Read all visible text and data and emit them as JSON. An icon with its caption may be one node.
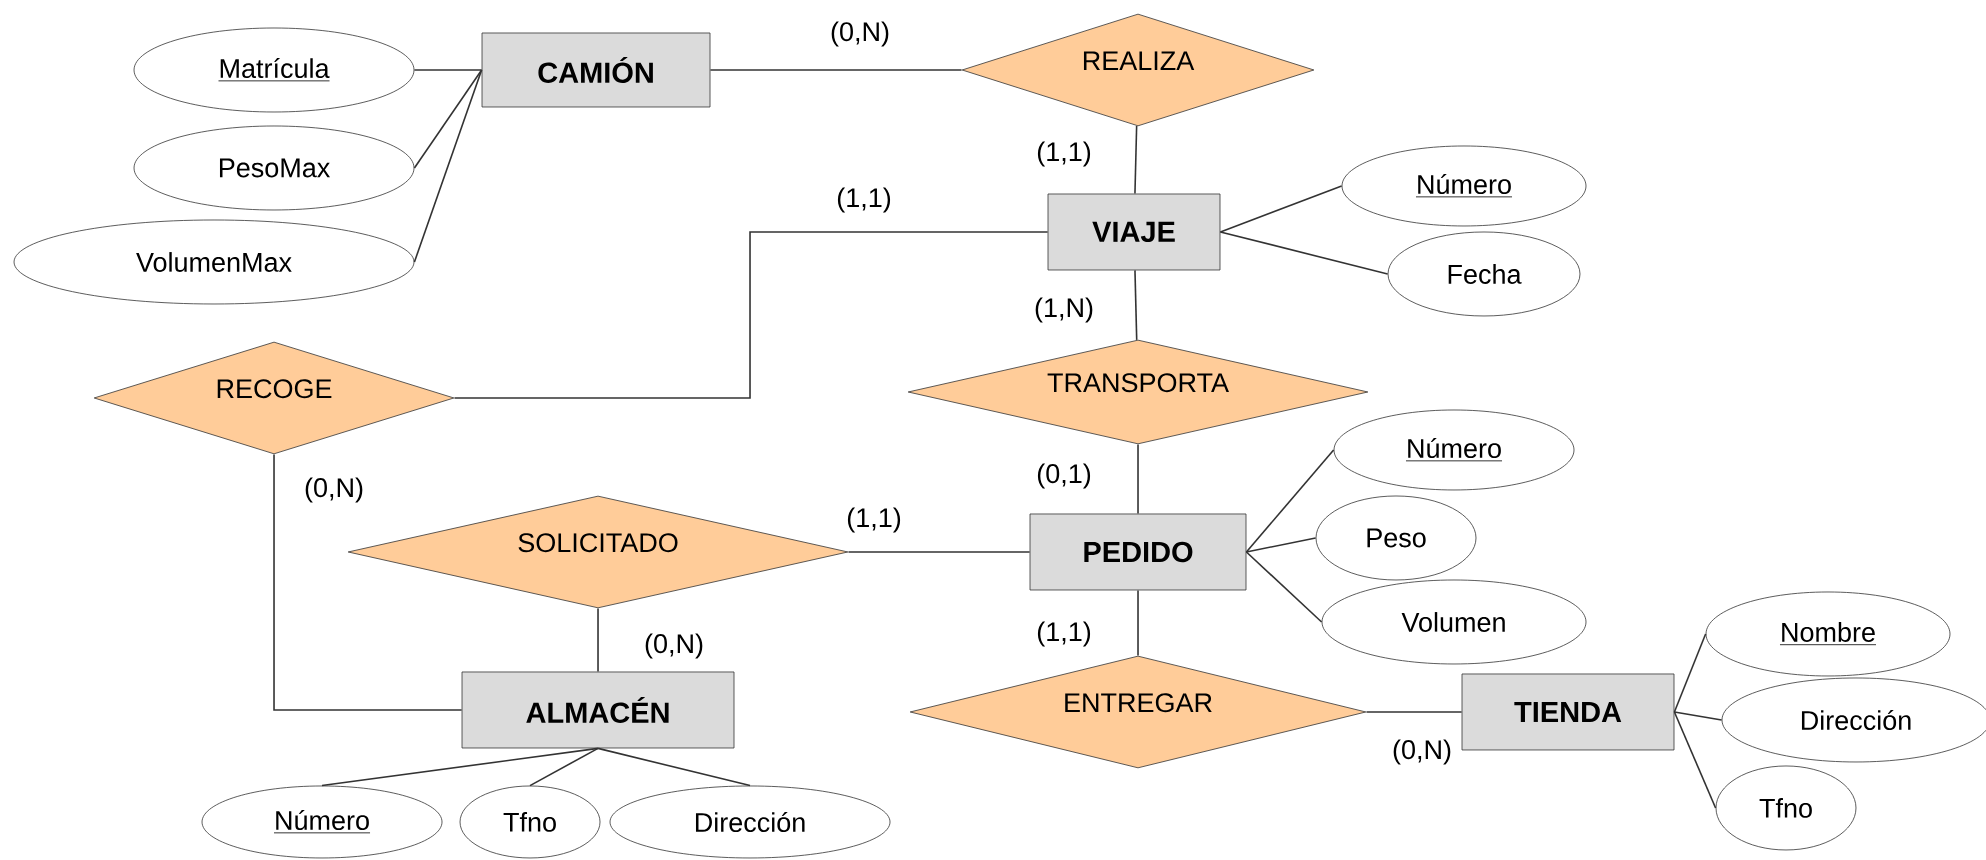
{
  "diagram": {
    "nodes": [
      {
        "text": [
          "CAMIÓN"
        ]
      },
      {
        "text": [
          "Matrícula"
        ]
      },
      {
        "text": [
          "PesoMax"
        ]
      },
      {
        "text": [
          "VolumenMax"
        ]
      },
      {
        "text": [
          "REALIZA"
        ]
      },
      {
        "text": [
          "VIAJE"
        ]
      },
      {
        "text": [
          "Número"
        ]
      },
      {
        "text": [
          "Fecha"
        ]
      },
      {
        "text": [
          "RECOGE"
        ]
      },
      {
        "text": [
          "TRANSPORTA"
        ]
      },
      {
        "text": [
          "Número"
        ]
      },
      {
        "text": [
          "Peso"
        ]
      },
      {
        "text": [
          "Volumen"
        ]
      },
      {
        "text": [
          "SOLICITADO"
        ]
      },
      {
        "text": [
          "PEDIDO"
        ]
      },
      {
        "text": [
          "ALMACÉN"
        ]
      },
      {
        "text": [
          "ENTREGAR"
        ]
      },
      {
        "text": [
          "TIENDA"
        ]
      },
      {
        "text": [
          "Nombre"
        ]
      },
      {
        "text": [
          "Dirección"
        ]
      },
      {
        "text": [
          "Tfno"
        ]
      },
      {
        "text": [
          "Número"
        ]
      },
      {
        "text": [
          "Tfno"
        ]
      },
      {
        "text": [
          "Dirección"
        ]
      }
    ],
    "edges": [
      {
        "from": 0,
        "to": 4,
        "arrow": "none",
        "label": "(0,N)"
      },
      {
        "from": 4,
        "to": 5,
        "arrow": "none",
        "label": "(1,1)"
      },
      {
        "from": 5,
        "to": 8,
        "arrow": "none",
        "label": "(1,1)"
      },
      {
        "from": 5,
        "to": 9,
        "arrow": "none",
        "label": "(1,N)"
      },
      {
        "from": 9,
        "to": 14,
        "arrow": "none",
        "label": "(0,1)"
      },
      {
        "from": 8,
        "to": 15,
        "arrow": "none",
        "label": "(0,N)"
      },
      {
        "from": 13,
        "to": 14,
        "arrow": "none",
        "label": "(1,1)"
      },
      {
        "from": 13,
        "to": 15,
        "arrow": "none",
        "label": "(0,N)"
      },
      {
        "from": 14,
        "to": 16,
        "arrow": "none",
        "label": "(1,1)"
      },
      {
        "from": 16,
        "to": 17,
        "arrow": "none",
        "label": "(0,N)"
      },
      {
        "from": 0,
        "to": 1,
        "arrow": "none"
      },
      {
        "from": 0,
        "to": 2,
        "arrow": "none"
      },
      {
        "from": 0,
        "to": 3,
        "arrow": "none"
      },
      {
        "from": 5,
        "to": 6,
        "arrow": "none"
      },
      {
        "from": 5,
        "to": 7,
        "arrow": "none"
      },
      {
        "from": 14,
        "to": 10,
        "arrow": "none"
      },
      {
        "from": 14,
        "to": 11,
        "arrow": "none"
      },
      {
        "from": 14,
        "to": 12,
        "arrow": "none"
      },
      {
        "from": 17,
        "to": 18,
        "arrow": "none"
      },
      {
        "from": 17,
        "to": 19,
        "arrow": "none"
      },
      {
        "from": 17,
        "to": 20,
        "arrow": "none"
      },
      {
        "from": 15,
        "to": 21,
        "arrow": "none"
      },
      {
        "from": 15,
        "to": 22,
        "arrow": "none"
      },
      {
        "from": 15,
        "to": 23,
        "arrow": "none"
      }
    ]
  }
}
